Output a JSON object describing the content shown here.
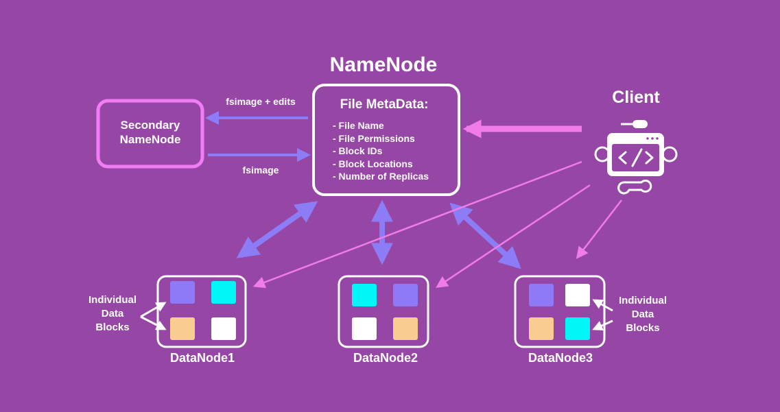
{
  "colors": {
    "background": "#9647A6",
    "node_border": "#FFFFFF",
    "secondary_border": "#F27CF6",
    "hdfs_arrow": "#8C7CF6",
    "client_arrow": "#F07CE8",
    "block_purple": "#8E79F7",
    "block_cyan": "#00F6F7",
    "block_white": "#FFFFFF",
    "block_peach": "#F9CD92"
  },
  "namenode": {
    "title": "NameNode",
    "metadata_title": "File MetaData:",
    "metadata_items": [
      "- File Name",
      "- File Permissions",
      "- Block IDs",
      "- Block Locations",
      "- Number of Replicas"
    ]
  },
  "secondary_namenode": {
    "label_line1": "Secondary",
    "label_line2": "NameNode"
  },
  "edges": {
    "to_secondary": "fsimage + edits",
    "to_namenode": "fsimage"
  },
  "client": {
    "title": "Client",
    "icon": "code-window-gear-wrench-icon"
  },
  "datanodes": [
    {
      "label": "DataNode1",
      "blocks": [
        "purple",
        "cyan",
        "peach",
        "white"
      ]
    },
    {
      "label": "DataNode2",
      "blocks": [
        "cyan",
        "purple",
        "white",
        "peach"
      ]
    },
    {
      "label": "DataNode3",
      "blocks": [
        "purple",
        "white",
        "peach",
        "cyan"
      ]
    }
  ],
  "annotations": {
    "left": {
      "line1": "Individual",
      "line2": "Data",
      "line3": "Blocks"
    },
    "right": {
      "line1": "Individual",
      "line2": "Data",
      "line3": "Blocks"
    }
  }
}
